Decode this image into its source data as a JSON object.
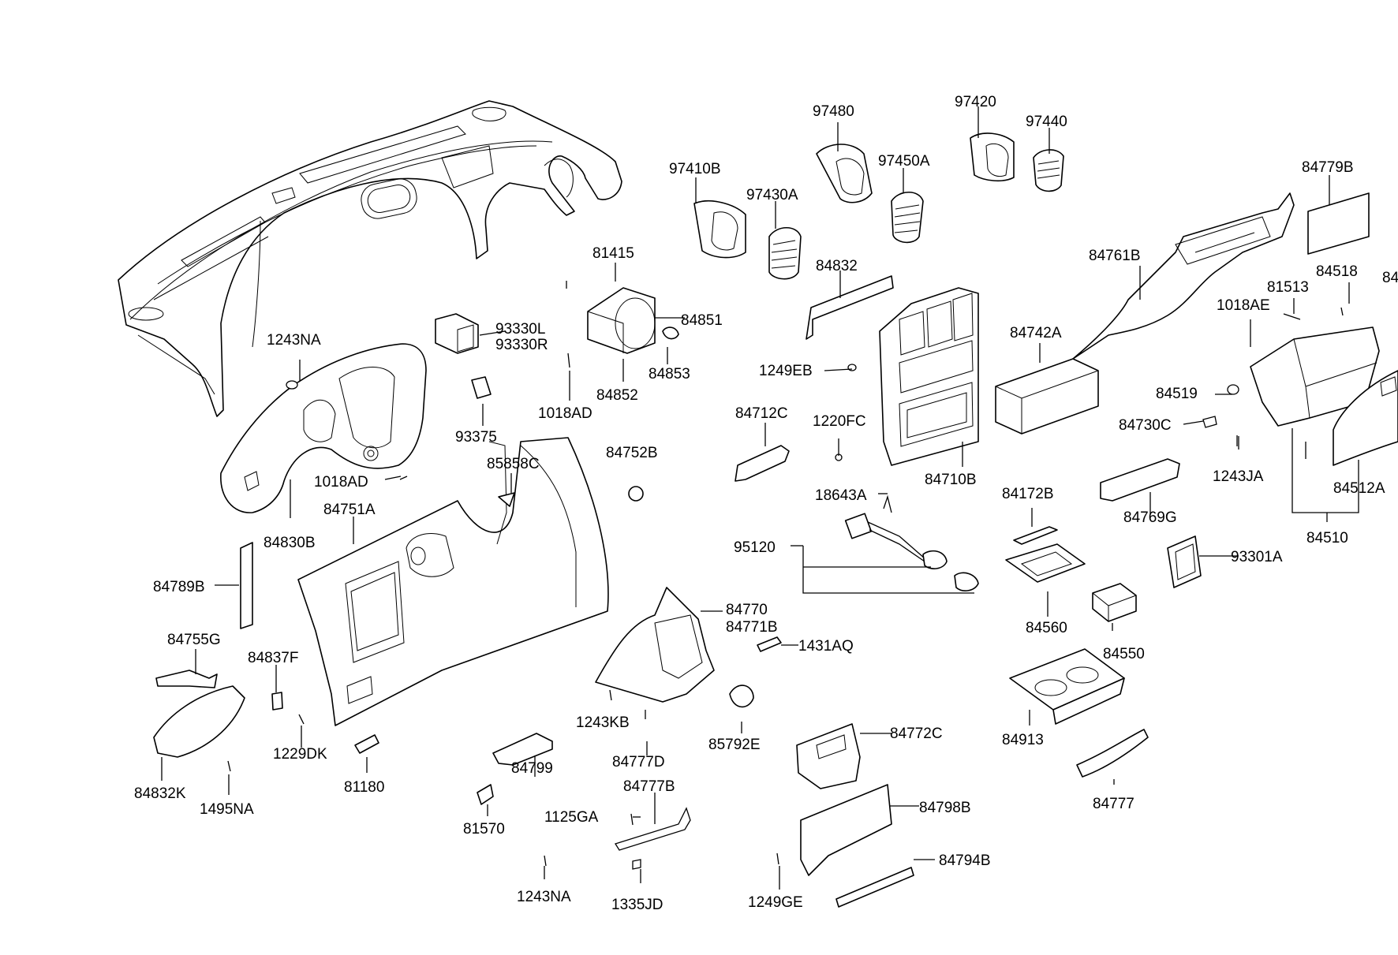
{
  "labels": {
    "l97480": "97480",
    "l97420": "97420",
    "l97440": "97440",
    "l97410B": "97410B",
    "l97450A": "97450A",
    "l97430A": "97430A",
    "l84779B": "84779B",
    "l81415": "81415",
    "l84832": "84832",
    "l84761B": "84761B",
    "l84518": "84518",
    "l81513": "81513",
    "l1018AE": "1018AE",
    "l93330L": "93330L",
    "l93330R": "93330R",
    "l84851": "84851",
    "l1243NA_top": "1243NA",
    "l84742A": "84742A",
    "l1249EB": "1249EB",
    "l84853": "84853",
    "l84852": "84852",
    "l1018AD_top": "1018AD",
    "l84519": "84519",
    "l93375": "93375",
    "l84712C": "84712C",
    "l1220FC": "1220FC",
    "l84730C": "84730C",
    "l84752B": "84752B",
    "l85858C": "85858C",
    "l1243JA": "1243JA",
    "l84710B": "84710B",
    "l84512A": "84512A",
    "l1018AD_mid": "1018AD",
    "l84751A": "84751A",
    "l84172B": "84172B",
    "l18643A": "18643A",
    "l84769G": "84769G",
    "l84830B": "84830B",
    "l84510": "84510",
    "l95120": "95120",
    "l93301A": "93301A",
    "l84789B": "84789B",
    "l84770": "84770",
    "l84771B": "84771B",
    "l84560": "84560",
    "l84755G": "84755G",
    "l1431AQ": "1431AQ",
    "l84837F": "84837F",
    "l84550": "84550",
    "l1243KB": "1243KB",
    "l84772C": "84772C",
    "l84913": "84913",
    "l1229DK": "1229DK",
    "l85792E": "85792E",
    "l84799": "84799",
    "l84777D": "84777D",
    "l84832K": "84832K",
    "l81180": "81180",
    "l84777B": "84777B",
    "l84777": "84777",
    "l1495NA": "1495NA",
    "l84798B": "84798B",
    "l1125GA": "1125GA",
    "l81570": "81570",
    "l84794B": "84794B",
    "l1243NA_bot": "1243NA",
    "l1335JD": "1335JD",
    "l1249GE": "1249GE",
    "l84_cut": "84"
  }
}
